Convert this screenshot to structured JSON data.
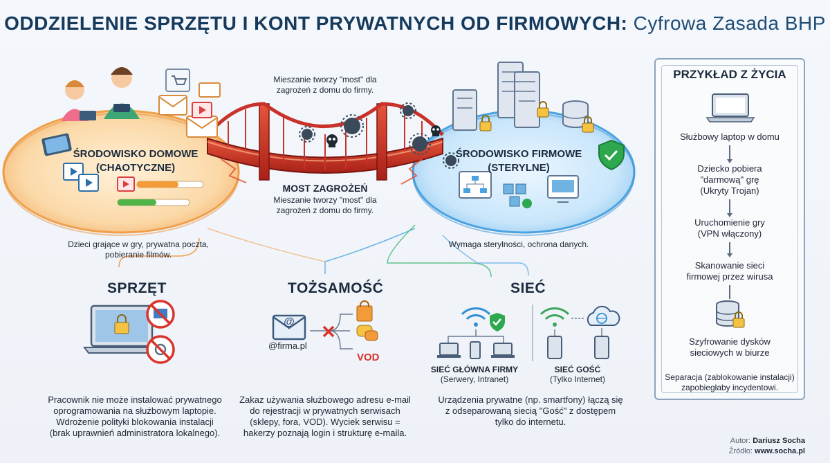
{
  "header": {
    "title_main": "ODDZIELENIE SPRZĘTU I KONT PRYWATNYCH OD FIRMOWYCH:",
    "title_sub": "Cyfrowa Zasada BHP"
  },
  "home": {
    "label_line1": "ŚRODOWISKO DOMOWE",
    "label_line2": "(CHAOTYCZNE)",
    "caption_line1": "Dzieci grające w gry, prywatna poczta,",
    "caption_line2": "pobieranie filmów."
  },
  "corporate": {
    "label_line1": "ŚRODOWISKO FIRMOWE",
    "label_line2": "(STERYLNE)",
    "caption": "Wymaga sterylności, ochrona danych."
  },
  "bridge": {
    "top_note_line1": "Mieszanie tworzy \"most\" dla",
    "top_note_line2": "zagrożeń z domu do firmy.",
    "label": "MOST ZAGROŻEŃ",
    "note_line1": "Mieszanie tworzy \"most\" dla",
    "note_line2": "zagrożeń z domu do firmy."
  },
  "sections": {
    "hardware": {
      "heading": "SPRZĘT",
      "desc": [
        "Pracownik nie może instalować prywatnego",
        "oprogramowania na służbowym laptopie.",
        "Wdrożenie polityki blokowania instalacji",
        "(brak uprawnień administratora lokalnego)."
      ]
    },
    "identity": {
      "heading": "TOŻSAMOŚĆ",
      "email_label": "@firma.pl",
      "vod_label": "VOD",
      "desc": [
        "Zakaz używania służbowego adresu e-mail",
        "do rejestracji w prywatnych serwisach",
        "(sklepy, fora, VOD). Wyciek serwisu =",
        "hakerzy poznają login i strukturę e-maila."
      ]
    },
    "network": {
      "heading": "SIEĆ",
      "main_net_line1": "SIEĆ GŁÓWNA FIRMY",
      "main_net_line2": "(Serwery, Intranet)",
      "guest_net_line1": "SIEĆ GOŚĆ",
      "guest_net_line2": "(Tylko Internet)",
      "desc": [
        "Urządzenia prywatne (np. smartfony) łączą się",
        "z odseparowaną siecią \"Gość\" z dostępem",
        "tylko do internetu."
      ]
    }
  },
  "example": {
    "title": "PRZYKŁAD Z ŻYCIA",
    "steps": [
      [
        "Służbowy laptop w domu"
      ],
      [
        "Dziecko pobiera",
        "\"darmową\" grę",
        "(Ukryty Trojan)"
      ],
      [
        "Uruchomienie gry",
        "(VPN włączony)"
      ],
      [
        "Skanowanie sieci",
        "firmowej przez wirusa"
      ],
      [
        "Szyfrowanie dysków",
        "sieciowych w biurze"
      ]
    ],
    "conclusion_line1": "Separacja (zablokowanie instalacji)",
    "conclusion_line2": "zapobiegłaby incydentowi."
  },
  "credits": {
    "author_label": "Autor:",
    "author": "Dariusz Socha",
    "source_label": "Źródło:",
    "source": "www.socha.pl"
  },
  "colors": {
    "home_accent": "#f0a04b",
    "corporate_accent": "#4aa3e0",
    "bridge_red": "#c8322a",
    "title_blue": "#163a5c",
    "shield_green": "#2ea84f"
  }
}
